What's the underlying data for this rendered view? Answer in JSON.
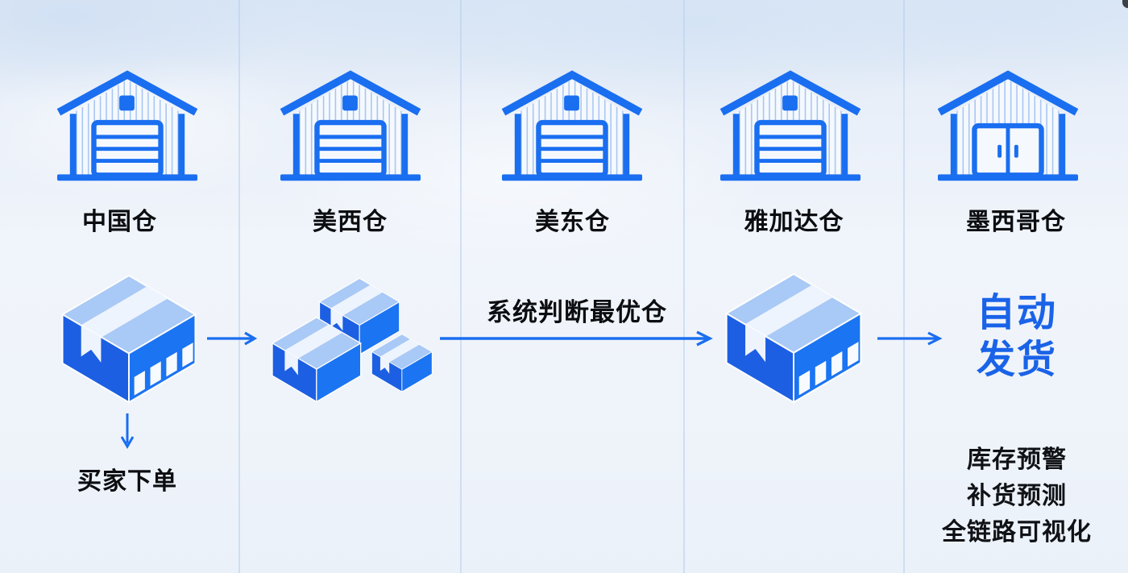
{
  "diagram": {
    "warehouses": [
      {
        "label": "中国仓",
        "icon": "warehouse-garage-icon"
      },
      {
        "label": "美西仓",
        "icon": "warehouse-garage-icon"
      },
      {
        "label": "美东仓",
        "icon": "warehouse-garage-icon"
      },
      {
        "label": "雅加达仓",
        "icon": "warehouse-garage-icon"
      },
      {
        "label": "墨西哥仓",
        "icon": "warehouse-double-door-icon"
      }
    ],
    "flow": {
      "buyer_order_caption": "买家下单",
      "routing_caption": "系统判断最优仓",
      "auto_ship_line1": "自动",
      "auto_ship_line2": "发货",
      "features": [
        "库存预警",
        "补货预测",
        "全链路可视化"
      ]
    },
    "colors": {
      "accent_blue": "#1a6ef0",
      "auto_ship_text_blue": "#1a63e8",
      "box_top_blue": "#a9c9f6",
      "box_left_blue": "#1d5fe2",
      "box_right_blue": "#1b74f2",
      "tape_white": "#eef4fd",
      "background_tint": "#e9f0f9",
      "divider_blue": "#bad1f0",
      "text_black": "#0b0d10"
    }
  }
}
